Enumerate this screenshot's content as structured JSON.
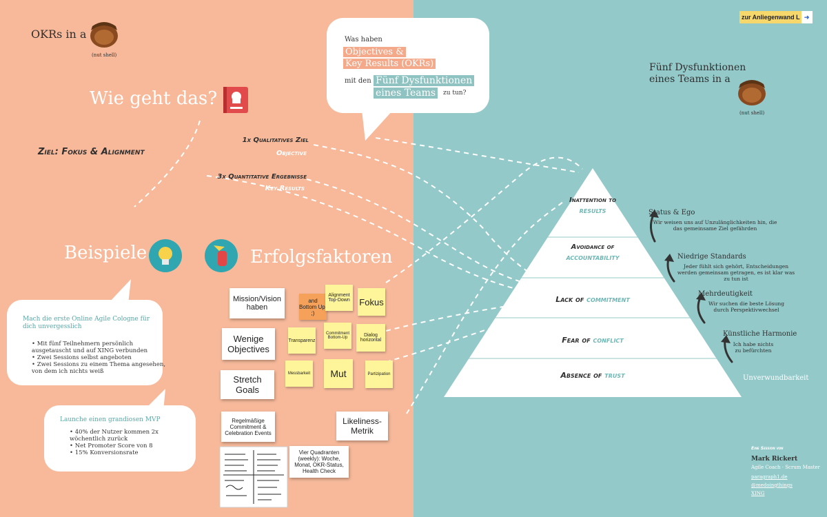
{
  "okrs_title": {
    "prefix": "OKRs in a",
    "caption": "(nut shell)"
  },
  "wie_geht_das": "Wie geht das?",
  "ziel": "Ziel: Fokus & Alignment",
  "qualitativ": {
    "line1": "1x Qualitatives Ziel",
    "line2": "Objective"
  },
  "quantitativ": {
    "line1": "3x Quantitative Ergebnisse",
    "line2": "Key Results"
  },
  "speech": {
    "was_haben": "Was haben",
    "obj1": "Objectives &",
    "obj2": "Key Results (OKRs)",
    "mit_den": "mit den",
    "fuenf1": "Fünf Dysfunktionen",
    "fuenf2": "eines Teams",
    "zu_tun": "zu tun?"
  },
  "beispiele": "Beispiele",
  "erfolgsfaktoren": "Erfolgsfaktoren",
  "example1": {
    "title": "Mach die erste Online Agile Cologne für dich unvergesslich",
    "bullets": [
      "Mit fünf Teilnehmern persönlich ausgetauscht und auf XING verbunden",
      "Zwei Sessions selbst angeboten",
      "Zwei Sessions zu einem Thema angesehen, von dem ich nichts weiß"
    ]
  },
  "example2": {
    "title": "Launche einen grandiosen MVP",
    "bullets": [
      "40% der Nutzer kommen 2x wöchentlich zurück",
      "Net Promoter Score von 8",
      "15% Konversionsrate"
    ]
  },
  "cards": {
    "mission": "Mission/Vision haben",
    "wenige": "Wenige Objectives",
    "stretch": "Stretch Goals",
    "regelmaessige": "Regelmäßige Commitment & Celebration Events",
    "likeliness": "Likeliness-Metrik",
    "vier": "Vier Quadranten (weekly): Woche, Monat, OKR-Status, Health Check"
  },
  "stickies": {
    "and_bottom": "and Bottom Up! ;)",
    "alignment": "Alignment Top-Down",
    "fokus": "Fokus",
    "transparenz": "Transparenz",
    "commitment": "Commitment Bottom-Up",
    "dialog": "Dialog horizontal",
    "messbarkeit": "Messbarkeit",
    "mut": "Mut",
    "partizipation": "Partizipation"
  },
  "nav_button": "zur Anliegenwand L",
  "fuenf_title": {
    "line1": "Fünf Dysfunktionen",
    "line2": "eines Teams in a",
    "caption": "(nut shell)"
  },
  "pyramid": [
    {
      "a": "Inattention to",
      "b": "results"
    },
    {
      "a": "Avoidance of",
      "b": "accountability"
    },
    {
      "a": "Lack of",
      "b": "commitment"
    },
    {
      "a": "Fear of",
      "b": "conflict"
    },
    {
      "a": "Absence of",
      "b": "trust"
    }
  ],
  "side_labels": [
    {
      "title": "Status & Ego",
      "desc": "Wir weisen uns auf Unzulänglichkeiten hin, die das gemeinsame Ziel gefährden"
    },
    {
      "title": "Niedrige Standards",
      "desc": "Jeder fühlt sich gehört, Entscheidungen werden gemeinsam getragen, es ist klar was zu tun ist"
    },
    {
      "title": "Mehrdeutigkeit",
      "desc": "Wir suchen die beste Lösung durch Perspektivwechsel"
    },
    {
      "title": "Künstliche Harmonie",
      "desc": "Ich habe nichts zu befürchten"
    },
    {
      "title": "Unverwundbarkeit",
      "desc": ""
    }
  ],
  "session": {
    "label": "Eine Session von",
    "name": "Mark Rickert",
    "role": "Agile Coach · Scrum Master",
    "links": [
      "paragraph1.de",
      "@medoingthings",
      "XING"
    ]
  },
  "colors": {
    "salmon": "#f7b99a",
    "teal": "#94c9c9",
    "accent_teal": "#6fb7b5",
    "sticky": "#fef59b",
    "sticky_orange": "#f5a15a"
  }
}
